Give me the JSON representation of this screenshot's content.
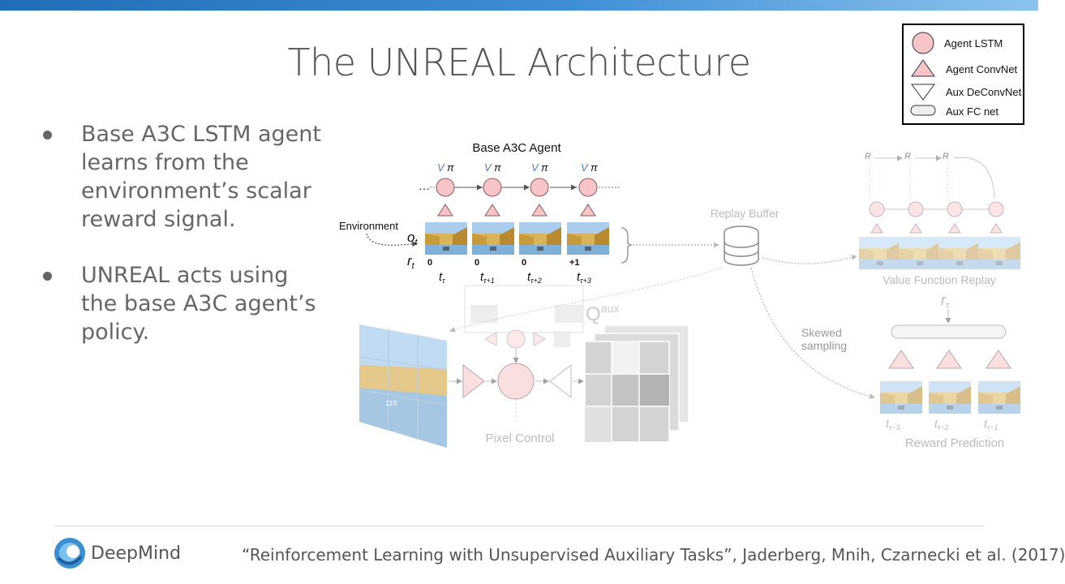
{
  "slide": {
    "title": "The UNREAL Architecture"
  },
  "bullets": [
    "Base A3C LSTM agent learns from the environment’s scalar reward signal.",
    "UNREAL acts using the base A3C agent’s policy."
  ],
  "legend": {
    "items": [
      {
        "label": "Agent LSTM",
        "icon": "circle-icon"
      },
      {
        "label": "Agent ConvNet",
        "icon": "triangle-up-icon"
      },
      {
        "label": "Aux DeConvNet",
        "icon": "triangle-down-icon"
      },
      {
        "label": "Aux FC net",
        "icon": "rounded-bar-icon"
      }
    ]
  },
  "diagram": {
    "base_agent_label": "Base A3C Agent",
    "environment_label": "Environment",
    "obs_label": "o",
    "obs_sub": "t",
    "reward_label": "r",
    "reward_sub": "t",
    "rewards": [
      "0",
      "0",
      "0",
      "+1"
    ],
    "time_labels": [
      {
        "base": "t",
        "sub": "τ"
      },
      {
        "base": "t",
        "sub": "τ+1"
      },
      {
        "base": "t",
        "sub": "τ+2"
      },
      {
        "base": "t",
        "sub": "τ+3"
      }
    ],
    "policy_labels": [
      "V",
      "π"
    ],
    "ellipsis": "···",
    "replay_buffer_label": "Replay Buffer",
    "value_replay_label": "Value Function Replay",
    "value_replay_target": "R",
    "skewed_sampling_label": [
      "Skewed",
      "sampling"
    ],
    "reward_prediction_label": "Reward Prediction",
    "reward_pred_output": {
      "base": "r",
      "sub": "τ"
    },
    "reward_pred_time_labels": [
      {
        "base": "t",
        "sub": "τ−3"
      },
      {
        "base": "t",
        "sub": "τ−2"
      },
      {
        "base": "t",
        "sub": "τ−1"
      }
    ],
    "pixel_control_label": "Pixel Control",
    "qaux_label": {
      "base": "Q",
      "sup": "aux"
    },
    "hud_number": "119"
  },
  "footer": {
    "brand": "DeepMind",
    "citation": "“Reinforcement Learning with Unsupervised Auxiliary Tasks”, Jaderberg, Mnih, Czarnecki et al. (2017)"
  },
  "colors": {
    "node_fill": "#f7c5c8",
    "node_stroke": "#8a5a5e",
    "frame_sky": "#9bc4e6",
    "frame_wall": "#c9a24a",
    "topbar": "#1f6fb8"
  }
}
